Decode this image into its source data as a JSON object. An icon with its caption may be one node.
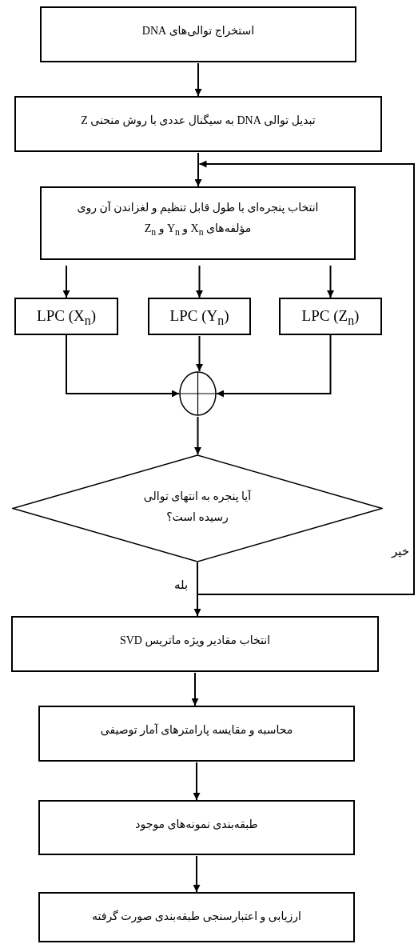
{
  "diagram": {
    "nodes": [
      {
        "text": [
          "استخراج توالی‌های DNA"
        ]
      },
      {
        "text": [
          "تبدیل توالی DNA به سیگنال عددی با روش منحنی Z"
        ]
      },
      {
        "text": [
          "انتخاب پنجره‌ای با طول قابل تنظیم و لغزاندن آن روی مؤلفه‌های X$_{n}$ و Y$_{n}$ و Z$_{n}$"
        ]
      },
      {
        "text": [
          "LPC (X$_{n}$)"
        ]
      },
      {
        "text": [
          "LPC (Y$_{n}$)"
        ]
      },
      {
        "text": [
          "LPC (Z$_{n}$)"
        ]
      },
      {
        "text": [],
        "shape": "circle"
      },
      {
        "text": [
          "آیا پنجره به انتهای توالی رسیده است؟"
        ]
      },
      {
        "text": [
          "انتخاب مقادیر ویژه ماتریس SVD"
        ]
      },
      {
        "text": [
          "محاسبه و مقایسه پارامترهای آمار توصیفی"
        ]
      },
      {
        "text": [
          "طبقه‌بندی نمونه‌های موجود"
        ]
      },
      {
        "text": [
          "ارزیابی و اعتبارسنجی طبقه‌بندی صورت گرفته"
        ]
      }
    ],
    "edges": [
      {
        "from": 0,
        "to": 1,
        "arrow": "to"
      },
      {
        "from": 1,
        "to": 2,
        "arrow": "to"
      },
      {
        "from": 2,
        "to": 3,
        "arrow": "to"
      },
      {
        "from": 2,
        "to": 4,
        "arrow": "to"
      },
      {
        "from": 2,
        "to": 5,
        "arrow": "to"
      },
      {
        "from": 3,
        "to": 6,
        "arrow": "to"
      },
      {
        "from": 4,
        "to": 6,
        "arrow": "to"
      },
      {
        "from": 5,
        "to": 6,
        "arrow": "to"
      },
      {
        "from": 6,
        "to": 7,
        "arrow": "to"
      },
      {
        "from": 7,
        "to": 2,
        "arrow": "to",
        "label": "خیر"
      },
      {
        "from": 7,
        "to": 8,
        "arrow": "to",
        "label": "بله"
      },
      {
        "from": 8,
        "to": 9,
        "arrow": "to"
      },
      {
        "from": 9,
        "to": 10,
        "arrow": "to"
      },
      {
        "from": 10,
        "to": 11,
        "arrow": "to"
      }
    ]
  }
}
